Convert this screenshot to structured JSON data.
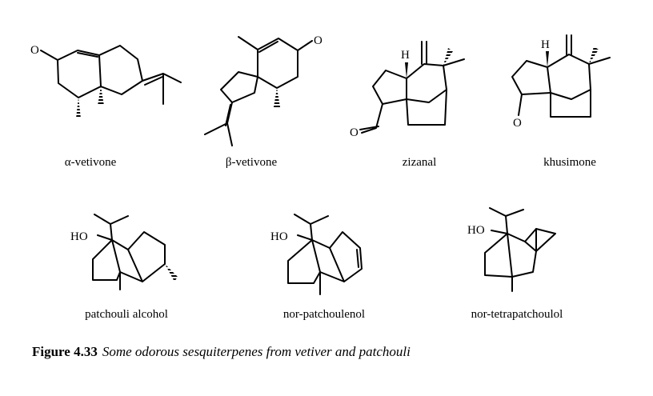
{
  "molecules": [
    {
      "name": "α-vetivone",
      "atoms": [
        "O"
      ]
    },
    {
      "name": "β-vetivone",
      "atoms": [
        "O"
      ]
    },
    {
      "name": "zizanal",
      "atoms": [
        "H",
        "O"
      ]
    },
    {
      "name": "khusimone",
      "atoms": [
        "H",
        "O"
      ]
    },
    {
      "name": "patchouli alcohol",
      "atoms": [
        "HO"
      ]
    },
    {
      "name": "nor-patchoulenol",
      "atoms": [
        "HO"
      ]
    },
    {
      "name": "nor-tetrapatchoulol",
      "atoms": [
        "HO"
      ]
    }
  ],
  "caption": {
    "label": "Figure 4.33",
    "text": "Some odorous sesquiterpenes from vetiver and patchouli"
  }
}
